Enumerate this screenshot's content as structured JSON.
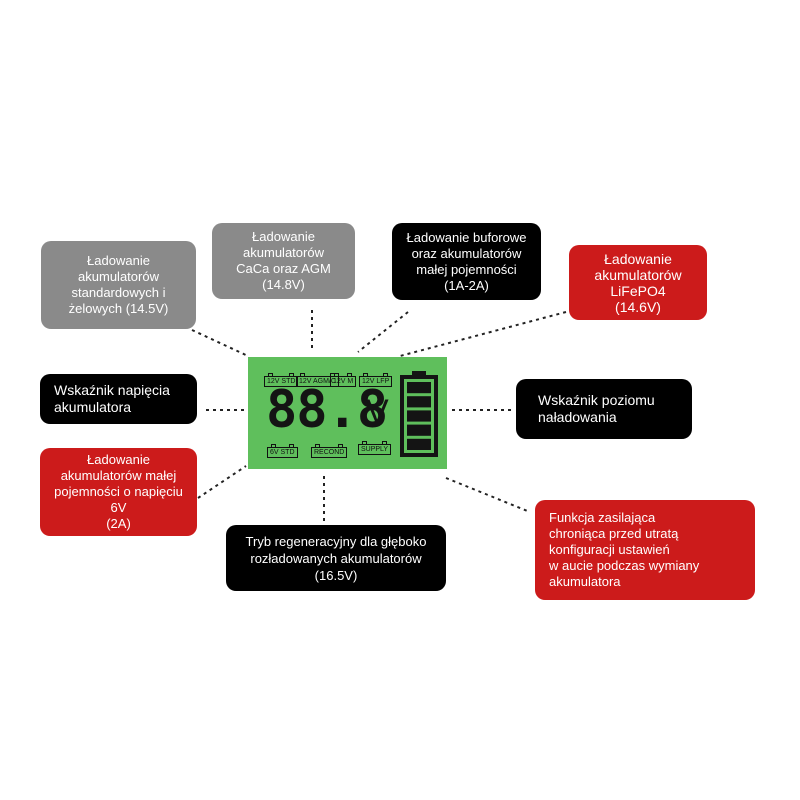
{
  "callouts": {
    "standard_gel": "Ładowanie\nakumulatorów\nstandardowych i\nżelowych (14.5V)",
    "caca_agm": "Ładowanie\nakumulatorów\nCaCa oraz AGM\n(14.8V)",
    "buffer_small": "Ładowanie buforowe\noraz akumulatorów\nmałej pojemności\n(1A-2A)",
    "lifepo4": "Ładowanie\nakumulatorów\nLiFePO4\n(14.6V)",
    "voltage_indicator": "Wskaźnik napięcia\nakumulatora",
    "charge_level_indicator": "Wskaźnik poziomu\nnaładowania",
    "small_6v": "Ładowanie\nakumulatorów małej\npojemności o napięciu 6V\n(2A)",
    "regeneration": "Tryb regeneracyjny dla głęboko\nrozładowanych akumulatorów\n(16.5V)",
    "supply_function": "Funkcja zasilająca\nchroniąca przed utratą\nkonfiguracji ustawień\nw aucie podczas wymiany\nakumulatora"
  },
  "lcd": {
    "tags_top": [
      "12V STD",
      "12V AGM/C",
      "12V M",
      "12V LFP"
    ],
    "tags_bottom": [
      "6V STD",
      "RECOND",
      "SUPPLY"
    ],
    "digits": "88.8",
    "unit": "V",
    "battery_segments": 5
  },
  "colors": {
    "grey": "#8a8a8a",
    "black": "#000000",
    "red": "#cc1b1b",
    "lcd_green": "#5fbf5c"
  }
}
